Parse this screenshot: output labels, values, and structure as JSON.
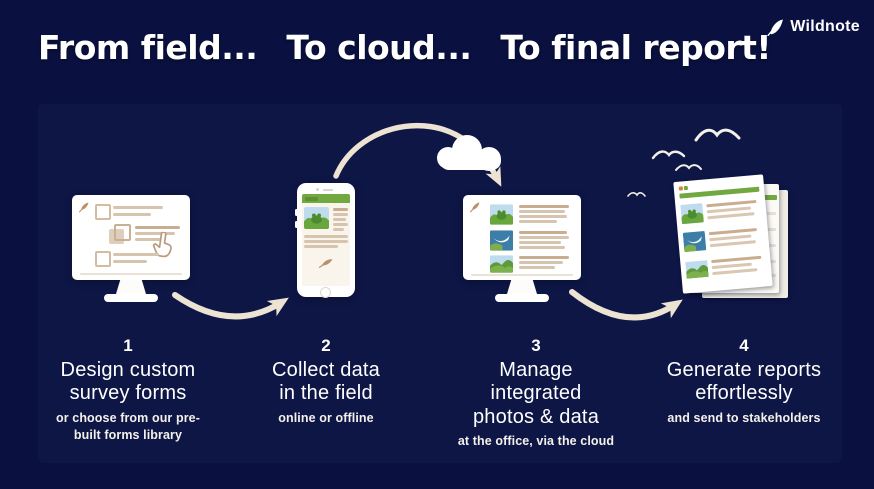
{
  "header": {
    "title_segments": [
      "From field...",
      "To cloud...",
      "To final report!"
    ],
    "brand": "Wildnote"
  },
  "steps": [
    {
      "number": "1",
      "title_lines": [
        "Design custom",
        "survey forms"
      ],
      "note_lines": [
        "or choose from our pre-",
        "built forms library"
      ]
    },
    {
      "number": "2",
      "title_lines": [
        "Collect data",
        "in the field"
      ],
      "note_lines": [
        "online or offline"
      ]
    },
    {
      "number": "3",
      "title_lines": [
        "Manage",
        "integrated",
        "photos & data"
      ],
      "note_lines": [
        "at the office, via the cloud"
      ]
    },
    {
      "number": "4",
      "title_lines": [
        "Generate reports",
        "effortlessly"
      ],
      "note_lines": [
        "and send to stakeholders"
      ]
    }
  ],
  "icons": {
    "brand_logo": "feather-icon",
    "cloud": "cloud-icon",
    "birds": "bird-icon",
    "hand": "hand-cursor-icon",
    "flow_arrows": "curved-arrow-icon",
    "accent": "feather-icon"
  },
  "colors": {
    "background": "#0A1140",
    "panel": "#0E1646",
    "text": "#FFFFFF",
    "arrow_cream": "#EDE3D2",
    "form_tan": "#D7C4AE",
    "accent_green": "#71A83F",
    "photo_water_blue": "#3D7EA8",
    "photo_sky_blue": "#BFDCEE"
  }
}
